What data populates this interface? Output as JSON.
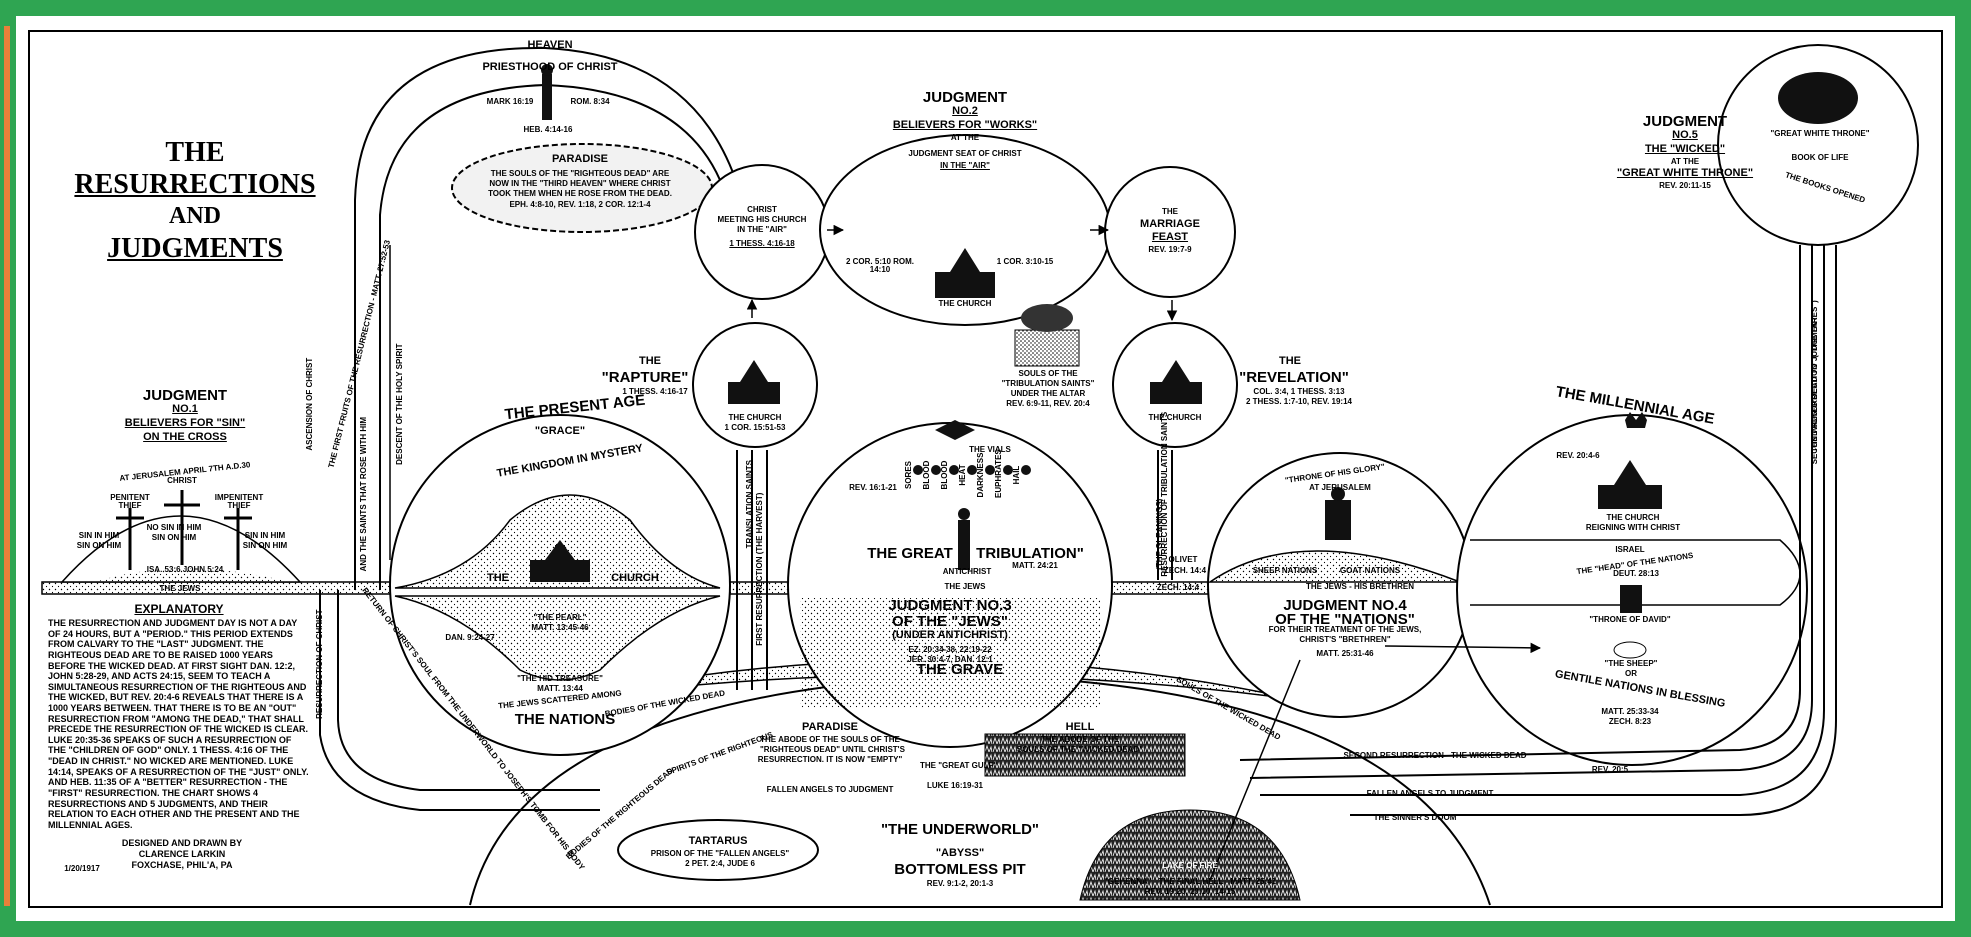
{
  "title": {
    "line1": "THE",
    "line2": "RESURRECTIONS",
    "line3": "AND",
    "line4": "JUDGMENTS"
  },
  "heaven": {
    "label": "HEAVEN",
    "priesthood": "PRIESTHOOD OF CHRIST",
    "priesthood_refs_left": "MARK 16:19",
    "priesthood_refs_right": "ROM. 8:34",
    "priesthood_ref_bottom": "HEB. 4:14-16"
  },
  "paradise_upper": {
    "title": "PARADISE",
    "text1": "THE SOULS OF THE \"RIGHTEOUS DEAD\" ARE",
    "text2": "NOW IN THE \"THIRD HEAVEN\" WHERE CHRIST",
    "text3": "TOOK THEM WHEN HE ROSE FROM THE DEAD.",
    "refs": "EPH. 4:8-10, REV. 1:18, 2 COR. 12:1-4"
  },
  "judgment1": {
    "line1": "JUDGMENT",
    "line2": "NO.1",
    "line3": "BELIEVERS FOR \"SIN\"",
    "line4": "ON THE CROSS",
    "place": "AT JERUSALEM APRIL 7TH A.D.30",
    "christ": "CHRIST",
    "penitent": "PENITENT THIEF",
    "impenitent": "IMPENITENT THIEF",
    "sin_in_him_left": "SIN IN HIM",
    "sin_on_him_left": "SIN ON HIM",
    "no_sin_in_him": "NO SIN IN HIM",
    "sin_on_him_center": "SIN ON HIM",
    "sin_in_him_right": "SIN IN HIM",
    "sin_on_him_right": "SIN ON HIM",
    "ref": "ISA. 53:6  JOHN 5:24",
    "jews": "THE JEWS"
  },
  "vertical_labels": {
    "and_the_saints": "AND THE SAINTS THAT ROSE WITH HIM",
    "ascension": "ASCENSION OF CHRIST",
    "first_fruits": "THE FIRST FRUITS OF THE RESURRECTION - MATT. 27:52-53",
    "descent_spirit": "DESCENT OF THE HOLY SPIRIT",
    "resurrection_christ": "RESURRECTION OF CHRIST",
    "first_resurrection": "FIRST RESURRECTION (THE HARVEST)",
    "translation_saints": "TRANSLATION SAINTS",
    "second_resurrection": "\"SECOND RESURRECTION\" (\"THE TARES\")",
    "wicked_dead": "THE WICKED DEAD TO JUDGMENT",
    "gleanings": "(THE GLEANINGS)",
    "tribulation_saints": "RESURRECTION OF TRIBULATION SAINTS"
  },
  "christ_meeting": {
    "line1": "CHRIST",
    "line2": "MEETING HIS CHURCH",
    "line3": "IN THE \"AIR\"",
    "ref": "1 THESS. 4:16-18"
  },
  "judgment2": {
    "line1": "JUDGMENT",
    "line2": "NO.2",
    "line3": "BELIEVERS FOR \"WORKS\"",
    "line4": "AT THE",
    "seat": "JUDGMENT SEAT OF CHRIST",
    "air": "IN THE \"AIR\"",
    "ref_left": "2 COR. 5:10  ROM. 14:10",
    "ref_right": "1 COR. 3:10-15",
    "church": "THE CHURCH"
  },
  "marriage": {
    "line1": "THE",
    "line2": "MARRIAGE",
    "line3": "FEAST",
    "ref": "REV. 19:7-9"
  },
  "judgment5": {
    "line1": "JUDGMENT",
    "line2": "NO.5",
    "line3": "THE \"WICKED\"",
    "line4": "AT THE",
    "line5": "\"GREAT WHITE THRONE\"",
    "ref": "REV. 20:11-15",
    "throne": "\"GREAT WHITE THRONE\"",
    "book_of_life": "BOOK OF LIFE",
    "books_opened": "THE BOOKS OPENED"
  },
  "rapture": {
    "line1": "THE",
    "line2": "\"RAPTURE\"",
    "ref": "1 THESS. 4:16-17",
    "church": "THE CHURCH",
    "church_ref": "1 COR. 15:51-53"
  },
  "revelation": {
    "line1": "THE",
    "line2": "\"REVELATION\"",
    "ref1": "COL. 3:4,  1 THESS. 3:13",
    "ref2": "2 THESS. 1:7-10,  REV. 19:14",
    "church": "THE CHURCH"
  },
  "souls_altar": {
    "line1": "SOULS OF THE",
    "line2": "\"TRIBULATION SAINTS\"",
    "line3": "UNDER THE ALTAR",
    "ref": "REV. 6:9-11, REV. 20:4"
  },
  "present_age": {
    "title": "THE PRESENT AGE",
    "grace": "\"GRACE\"",
    "kingdom": "THE KINGDOM IN MYSTERY",
    "the": "THE",
    "church": "CHURCH",
    "pearl": "\"THE PEARL\"",
    "pearl_ref": "MATT. 13:45-46",
    "dan": "DAN. 9:24-27",
    "hid_treasure": "\"THE HID TREASURE\"",
    "hid_ref": "MATT. 13:44",
    "scattered": "THE JEWS SCATTERED AMONG",
    "nations": "THE NATIONS"
  },
  "tribulation": {
    "vials": "THE VIALS",
    "ref": "REV. 16:1-21",
    "vial_names": [
      "SORES",
      "BLOOD",
      "BLOOD",
      "HEAT",
      "DARKNESS",
      "EUPHRATES",
      "HAIL"
    ],
    "great": "THE GREAT",
    "trib": "TRIBULATION\"",
    "antichrist": "ANTICHRIST",
    "matt": "MATT. 24:21",
    "jews": "THE JEWS",
    "j3_line1": "JUDGMENT NO.3",
    "j3_line2": "OF THE \"JEWS\"",
    "j3_line3": "(UNDER ANTICHRIST)",
    "j3_ref1": "EZ. 20:34-38,  22:19-22",
    "j3_ref2": "JER. 30:4-7,  DAN. 12:1"
  },
  "judgment4": {
    "throne": "\"THRONE OF HIS GLORY\"",
    "jerusalem": "AT JERUSALEM",
    "olivet": "OLIVET",
    "zech": "ZECH. 14:4",
    "zech2": "ZECH. 14:4",
    "sheep": "SHEEP NATIONS",
    "goat": "GOAT NATIONS",
    "jews_brethren": "THE JEWS - HIS BRETHREN",
    "line1": "JUDGMENT NO.4",
    "line2": "OF THE \"NATIONS\"",
    "line3": "FOR THEIR TREATMENT OF THE JEWS,",
    "line4": "CHRIST'S \"BRETHREN\"",
    "ref": "MATT. 25:31-46"
  },
  "millennial": {
    "title": "THE MILLENNIAL AGE",
    "ref": "REV. 20:4-6",
    "church": "THE CHURCH",
    "reigning": "REIGNING WITH CHRIST",
    "israel": "ISRAEL",
    "head": "THE \"HEAD\" OF THE NATIONS",
    "deut": "DEUT. 28:13",
    "throne_david": "\"THRONE OF DAVID\"",
    "sheep": "\"THE SHEEP\"",
    "or": "OR",
    "gentile": "GENTILE NATIONS IN BLESSING",
    "ref2": "MATT. 25:33-34",
    "ref3": "ZECH. 8:23"
  },
  "grave": {
    "title": "THE GRAVE",
    "paradise": "PARADISE",
    "paradise_text1": "THE ABODE OF THE SOULS OF THE",
    "paradise_text2": "\"RIGHTEOUS DEAD\" UNTIL CHRIST'S",
    "paradise_text3": "RESURRECTION. IT IS NOW \"EMPTY\"",
    "gulf": "THE \"GREAT GULF\"",
    "gulf_ref": "LUKE 16:19-31",
    "hell": "HELL",
    "hell_text1": "THE ABODE OF THE",
    "hell_text2": "SOULS OF THE \"WICKED DEAD\"",
    "second_res": "SECOND RESURRECTION - THE WICKED DEAD",
    "rev": "REV. 20:5",
    "fallen1": "FALLEN ANGELS TO JUDGMENT",
    "fallen2": "FALLEN ANGELS TO JUDGMENT",
    "sinners_doom": "THE SINNER'S DOOM",
    "bodies_wicked": "BODIES OF THE WICKED DEAD",
    "bodies_righteous": "BODIES OF THE RIGHTEOUS DEAD",
    "souls_wicked": "SOULS OF THE WICKED DEAD",
    "return_body": "RETURN OF CHRIST'S SOUL FROM THE UNDERWORLD TO JOSEPH'S TOMB FOR HIS BODY",
    "spirits": "SPIRITS OF THE RIGHTEOUS"
  },
  "underworld": {
    "title": "\"THE UNDERWORLD\"",
    "abyss": "\"ABYSS\"",
    "pit": "BOTTOMLESS PIT",
    "ref": "REV. 9:1-2, 20:1-3",
    "tartarus": "TARTARUS",
    "tartarus_text": "PRISON OF THE \"FALLEN ANGELS\"",
    "tartarus_ref": "2 PET. 2:4, JUDE 6",
    "lake": "LAKE OF FIRE",
    "gehenna": "\"GEHENNA\" - THE FINAL HELL - MATT. 25:41",
    "gehenna_ref": "REV. 19:20, 20:10, 14-15"
  },
  "explanatory": {
    "title": "EXPLANATORY",
    "text": "THE RESURRECTION AND JUDGMENT DAY IS NOT A DAY OF 24 HOURS, BUT A \"PERIOD.\" THIS PERIOD EXTENDS FROM CALVARY TO THE \"LAST\" JUDGMENT. THE RIGHTEOUS DEAD ARE TO BE RAISED 1000 YEARS BEFORE THE WICKED DEAD. AT FIRST SIGHT DAN. 12:2, JOHN 5:28-29, AND ACTS 24:15, SEEM TO TEACH A SIMULTANEOUS RESURRECTION OF THE RIGHTEOUS AND THE WICKED, BUT REV. 20:4-6 REVEALS THAT THERE IS A 1000 YEARS BETWEEN. THAT THERE IS TO BE AN \"OUT\" RESURRECTION FROM \"AMONG THE DEAD,\" THAT SHALL PRECEDE THE RESURRECTION OF THE WICKED IS CLEAR. LUKE 20:35-36 SPEAKS OF SUCH A RESURRECTION OF THE \"CHILDREN OF GOD\" ONLY. 1 THESS. 4:16 OF THE \"DEAD IN CHRIST.\" NO WICKED ARE MENTIONED. LUKE 14:14, SPEAKS OF A RESURRECTION OF THE \"JUST\" ONLY. AND HEB. 11:35 OF A \"BETTER\" RESURRECTION - THE \"FIRST\" RESURRECTION. THE CHART SHOWS 4 RESURRECTIONS AND 5 JUDGMENTS, AND THEIR RELATION TO EACH OTHER AND THE PRESENT AND THE MILLENNIAL AGES."
  },
  "credits": {
    "line1": "DESIGNED AND DRAWN BY",
    "line2": "CLARENCE LARKIN",
    "line3": "FOXCHASE, PHIL'A, PA",
    "date": "1/20/1917"
  },
  "colors": {
    "outer_frame": "#2fa552",
    "edge_accent": "#e8803a",
    "ink": "#000000",
    "paper": "#ffffff"
  }
}
